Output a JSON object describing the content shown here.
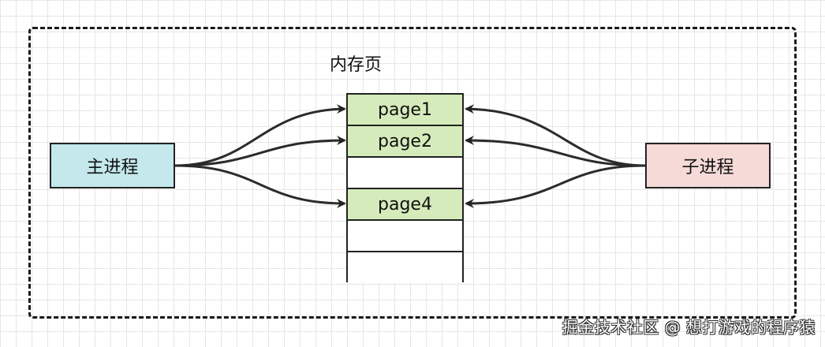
{
  "memory": {
    "label": "内存页",
    "pages": [
      {
        "label": "page1",
        "fill": "#d5ebbb"
      },
      {
        "label": "page2",
        "fill": "#d5ebbb"
      },
      {
        "label": "",
        "fill": "#ffffff"
      },
      {
        "label": "page4",
        "fill": "#d5ebbb"
      },
      {
        "label": "",
        "fill": "#ffffff"
      },
      {
        "label": "",
        "fill": "#ffffff"
      }
    ]
  },
  "main_process": {
    "label": "主进程",
    "fill": "#c4e8ec"
  },
  "child_process": {
    "label": "子进程",
    "fill": "#f5dad8"
  },
  "watermark": {
    "text": "掘金技术社区 @ 想打游戏的程序猿"
  }
}
